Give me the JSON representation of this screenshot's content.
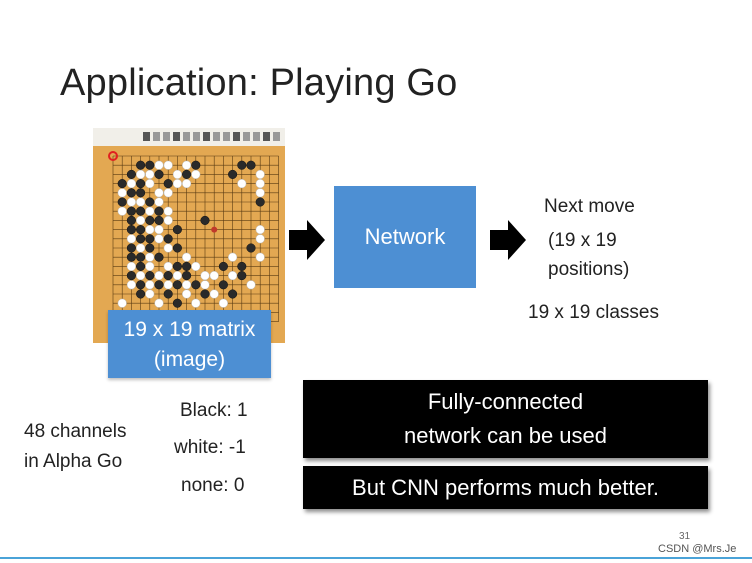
{
  "title": "Application: Playing Go",
  "board_label_line1": "19 x 19 matrix",
  "board_label_line2": "(image)",
  "network_label": "Network",
  "next_move_line1": "Next move",
  "next_move_line2": "(19 x 19",
  "next_move_line3": "positions)",
  "classes_text": "19 x 19 classes",
  "channels_line1": "48 channels",
  "channels_line2": "in Alpha Go",
  "black_value": "Black: 1",
  "white_value": "white: -1",
  "none_value": "none: 0",
  "fully_connected_line1": "Fully-connected",
  "fully_connected_line2": "network can be used",
  "cnn_text": "But CNN performs much better.",
  "page_number": "31",
  "watermark": "CSDN @Mrs.Je",
  "colors": {
    "accent_blue": "#4d8fd3",
    "board_wood": "#e3a852",
    "bottom_line": "#4aa3d8"
  }
}
